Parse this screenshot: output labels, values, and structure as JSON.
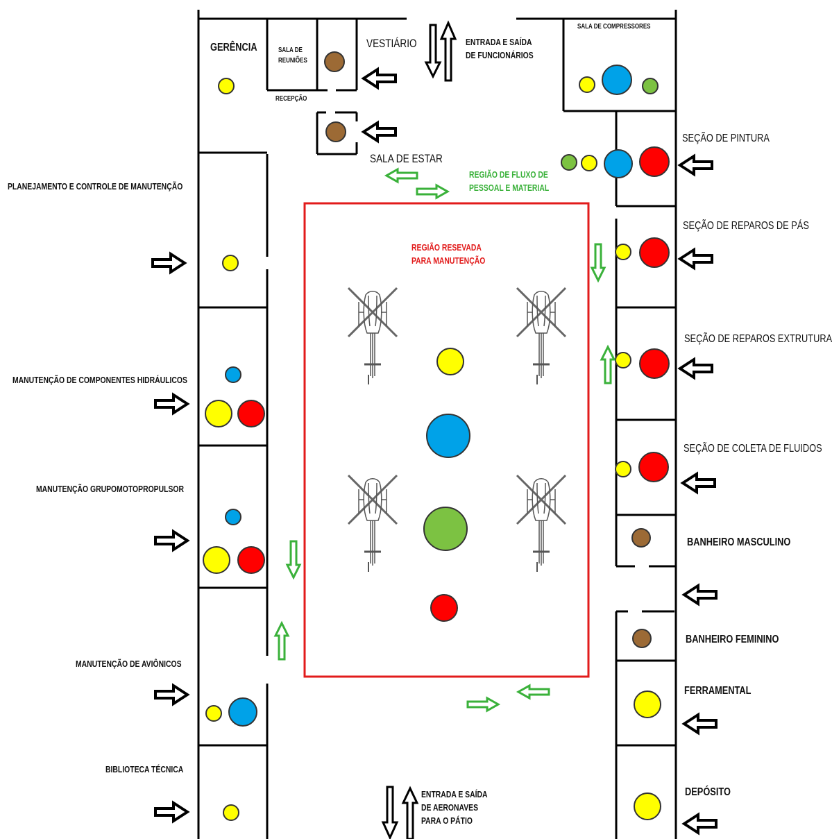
{
  "labels": {
    "gerencia": "GERÊNCIA",
    "sala_reunioes": "SALA DE\nREUNIÕES",
    "recepcao": "RECEPÇÃO",
    "vestiario": "VESTIÁRIO",
    "entrada_funcionarios": "ENTRADA E SAÍDA\nDE FUNCIONÁRIOS",
    "sala_compressores": "SALA DE COMPRESSORES",
    "sala_estar": "SALA DE ESTAR",
    "regiao_fluxo": "REGIÃO DE FLUXO DE\nPESSOAL E MATERIAL",
    "regiao_reservada": "REGIÃO RESEVADA\nPARA MANUTENÇÃO",
    "planejamento": "PLANEJAMENTO E CONTROLE DE MANUTENÇÃO",
    "hidraulicos": "MANUTENÇÃO DE COMPONENTES HIDRÁULICOS",
    "grupo_moto": "MANUTENÇÃO GRUPOMOTOPROPULSOR",
    "avionicos": "MANUTENÇÃO DE AVIÔNICOS",
    "biblioteca": "BIBLIOTECA TÉCNICA",
    "entrada_aeronaves": "ENTRADA E SAÍDA\nDE AERONAVES\nPARA O PÁTIO",
    "pintura": "SEÇÃO DE PINTURA",
    "reparos_pas": "SEÇÃO DE REPAROS DE PÁS",
    "reparos_estruturais": "SEÇÃO DE REPAROS EXTRUTURAIS",
    "coleta_fluidos": "SEÇÃO DE COLETA DE FLUIDOS",
    "banheiro_masc": "BANHEIRO MASCULINO",
    "banheiro_fem": "BANHEIRO FEMININO",
    "ferramental": "FERRAMENTAL",
    "deposito": "DEPÓSITO"
  },
  "colors": {
    "wall": "#000000",
    "maintenance_border": "#e21b1b",
    "flow_arrow": "#3ab13a",
    "yellow": "#ffff00",
    "blue": "#00a2e8",
    "red": "#ff0000",
    "green": "#7cc242",
    "brown": "#9c6a35"
  },
  "icons": [
    "helicopter-icon",
    "entry-arrow-icon",
    "flow-arrow-icon",
    "door-arrow-icon"
  ]
}
